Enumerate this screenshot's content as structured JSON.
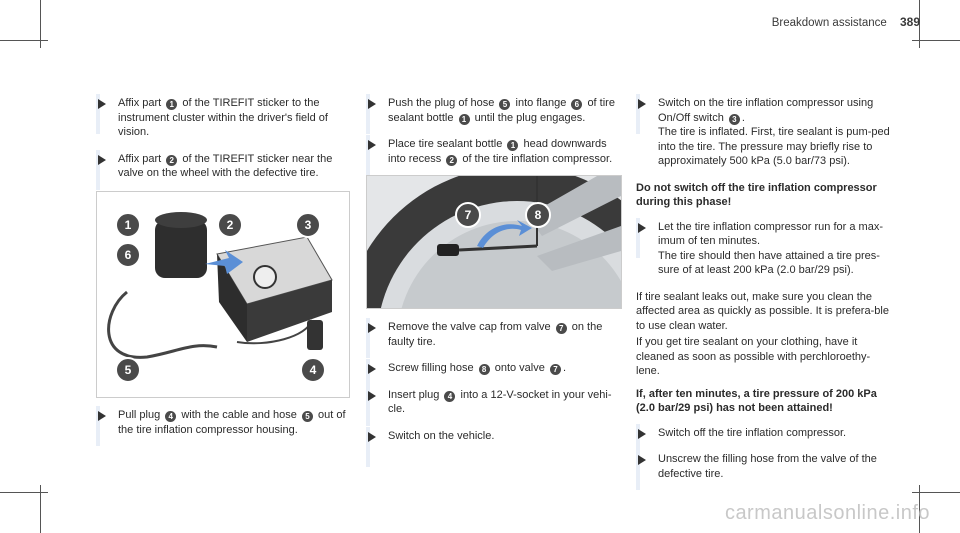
{
  "header": {
    "section": "Breakdown assistance",
    "page": "389"
  },
  "col1": {
    "step1": [
      "Affix part",
      "of the TIREFIT sticker to the instrument cluster within the driver's field of vision."
    ],
    "step2": [
      "Affix part",
      "of the TIREFIT sticker near the valve on the wheel with the defective tire."
    ],
    "step3": [
      "Pull plug",
      "with the cable and hose",
      "out of the tire inflation compressor housing."
    ]
  },
  "col2": {
    "step1": [
      "Push the plug of hose",
      "into flange",
      "of tire sealant bottle",
      "until the plug engages."
    ],
    "step2": [
      "Place tire sealant bottle",
      "head downwards into recess",
      "of the tire inflation compressor."
    ],
    "step3": [
      "Remove the valve cap from valve",
      "on the faulty tire."
    ],
    "step4": [
      "Screw filling hose",
      "onto valve",
      "."
    ],
    "step5": [
      "Insert plug",
      "into a 12-V-socket in your vehi-cle."
    ],
    "step6": "Switch on the vehicle."
  },
  "col3": {
    "step1": [
      "Switch on the tire inflation compressor using On/Off switch",
      ".",
      "The tire is inflated. First, tire sealant is pum-ped into the tire. The pressure may briefly rise to approximately 500 kPa (5.0 bar/73 psi)."
    ],
    "warn1": "Do not switch off the tire inflation compressor during this phase!",
    "step2": [
      "Let the tire inflation compressor run for a max-imum of ten minutes.",
      "The tire should then have attained a tire pres-sure of at least 200 kPa (2.0 bar/29 psi)."
    ],
    "para1": "If tire sealant leaks out, make sure you clean the affected area as quickly as possible. It is prefera-ble to use clean water.",
    "para2": "If you get tire sealant on your clothing, have it cleaned as soon as possible with perchloroethy-lene.",
    "warn2": "If, after ten minutes, a tire pressure of 200 kPa (2.0 bar/29 psi) has not been attained!",
    "step3": "Switch off the tire inflation compressor.",
    "step4": "Unscrew the filling hose from the valve of the defective tire."
  },
  "badges": {
    "n1": "1",
    "n2": "2",
    "n3": "3",
    "n4": "4",
    "n5": "5",
    "n6": "6",
    "n7": "7",
    "n8": "8"
  },
  "watermark": "carmanualsonline.info"
}
